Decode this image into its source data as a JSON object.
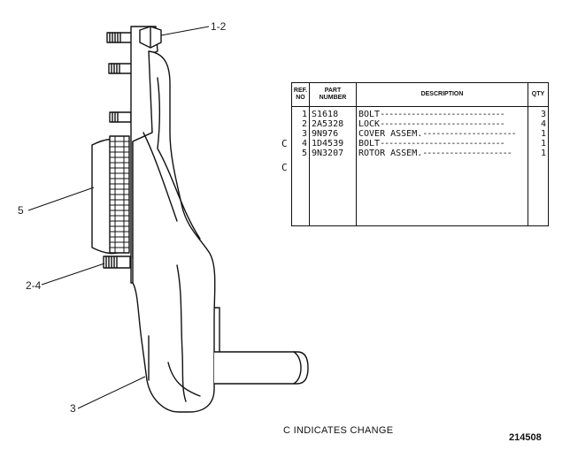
{
  "callouts": {
    "c1": "1-2",
    "c2": "5",
    "c3": "2-4",
    "c4": "3"
  },
  "table": {
    "headers": {
      "ref": [
        "REF.",
        "NO"
      ],
      "part": [
        "PART",
        "NUMBER"
      ],
      "desc": "DESCRIPTION",
      "qty": "QTY"
    },
    "rows": [
      {
        "change": "",
        "ref": "1",
        "part": "S1618",
        "desc": "BOLT",
        "qty": "3"
      },
      {
        "change": "",
        "ref": "2",
        "part": "2A5328",
        "desc": "LOCK",
        "qty": "4"
      },
      {
        "change": "C",
        "ref": "3",
        "part": "9N976",
        "desc": "COVER ASSEM.",
        "qty": "1"
      },
      {
        "change": "",
        "ref": "4",
        "part": "1D4539",
        "desc": "BOLT",
        "qty": "1"
      },
      {
        "change": "C",
        "ref": "5",
        "part": "9N3207",
        "desc": "ROTOR ASSEM.",
        "qty": "1"
      }
    ]
  },
  "legend_note": "C INDICATES CHANGE",
  "drawing_number": "214508"
}
